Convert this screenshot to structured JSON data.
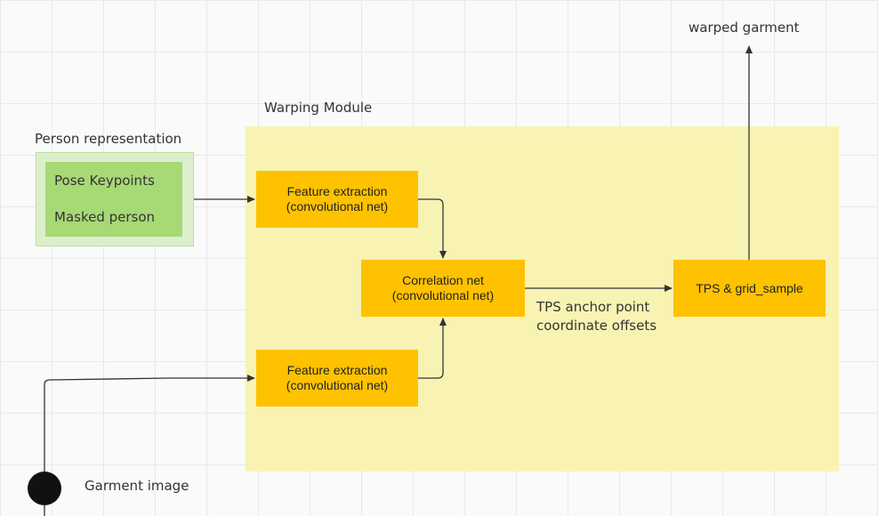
{
  "labels": {
    "warped_garment": "warped garment",
    "warping_module": "Warping Module",
    "person_representation": "Person representation",
    "garment_image": "Garment image",
    "tps_offsets_line1": "TPS anchor point",
    "tps_offsets_line2": "coordinate offsets"
  },
  "person_items": [
    "Pose Keypoints",
    "Masked person"
  ],
  "boxes": {
    "feature_extraction_top": {
      "line1": "Feature extraction",
      "line2": "(convolutional net)"
    },
    "feature_extraction_bottom": {
      "line1": "Feature extraction",
      "line2": "(convolutional net)"
    },
    "correlation_net": {
      "line1": "Correlation net",
      "line2": "(convolutional net)"
    },
    "tps_grid_sample": {
      "line1": "TPS & grid_sample"
    }
  },
  "colors": {
    "module_background": "#f8f3b3",
    "box_fill": "#fec200",
    "person_outer": "#dcefcc",
    "person_inner": "#a7d975",
    "connector": "#333333"
  }
}
